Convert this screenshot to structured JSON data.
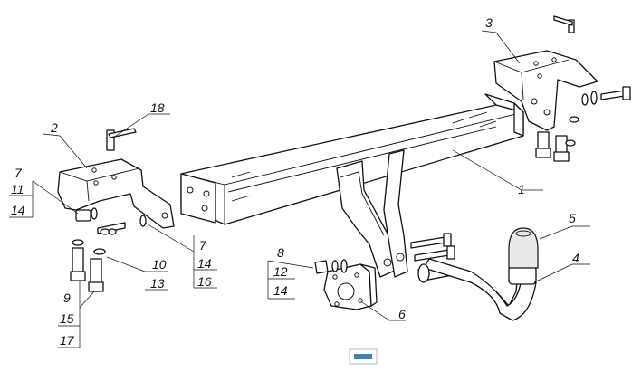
{
  "callouts": {
    "c1": "1",
    "c2": "2",
    "c3": "3",
    "c4": "4",
    "c5": "5",
    "c6": "6",
    "c7a": "7",
    "c11": "11",
    "c14a": "14",
    "c7b": "7",
    "c14b": "14",
    "c16": "16",
    "c8": "8",
    "c12": "12",
    "c14c": "14",
    "c9": "9",
    "c15": "15",
    "c17": "17",
    "c10": "10",
    "c13": "13",
    "c18": "18"
  },
  "colors": {
    "line": "#111111",
    "paper": "#ffffff",
    "shade": "#e9e9e9",
    "badge": "#4a7fb5"
  }
}
